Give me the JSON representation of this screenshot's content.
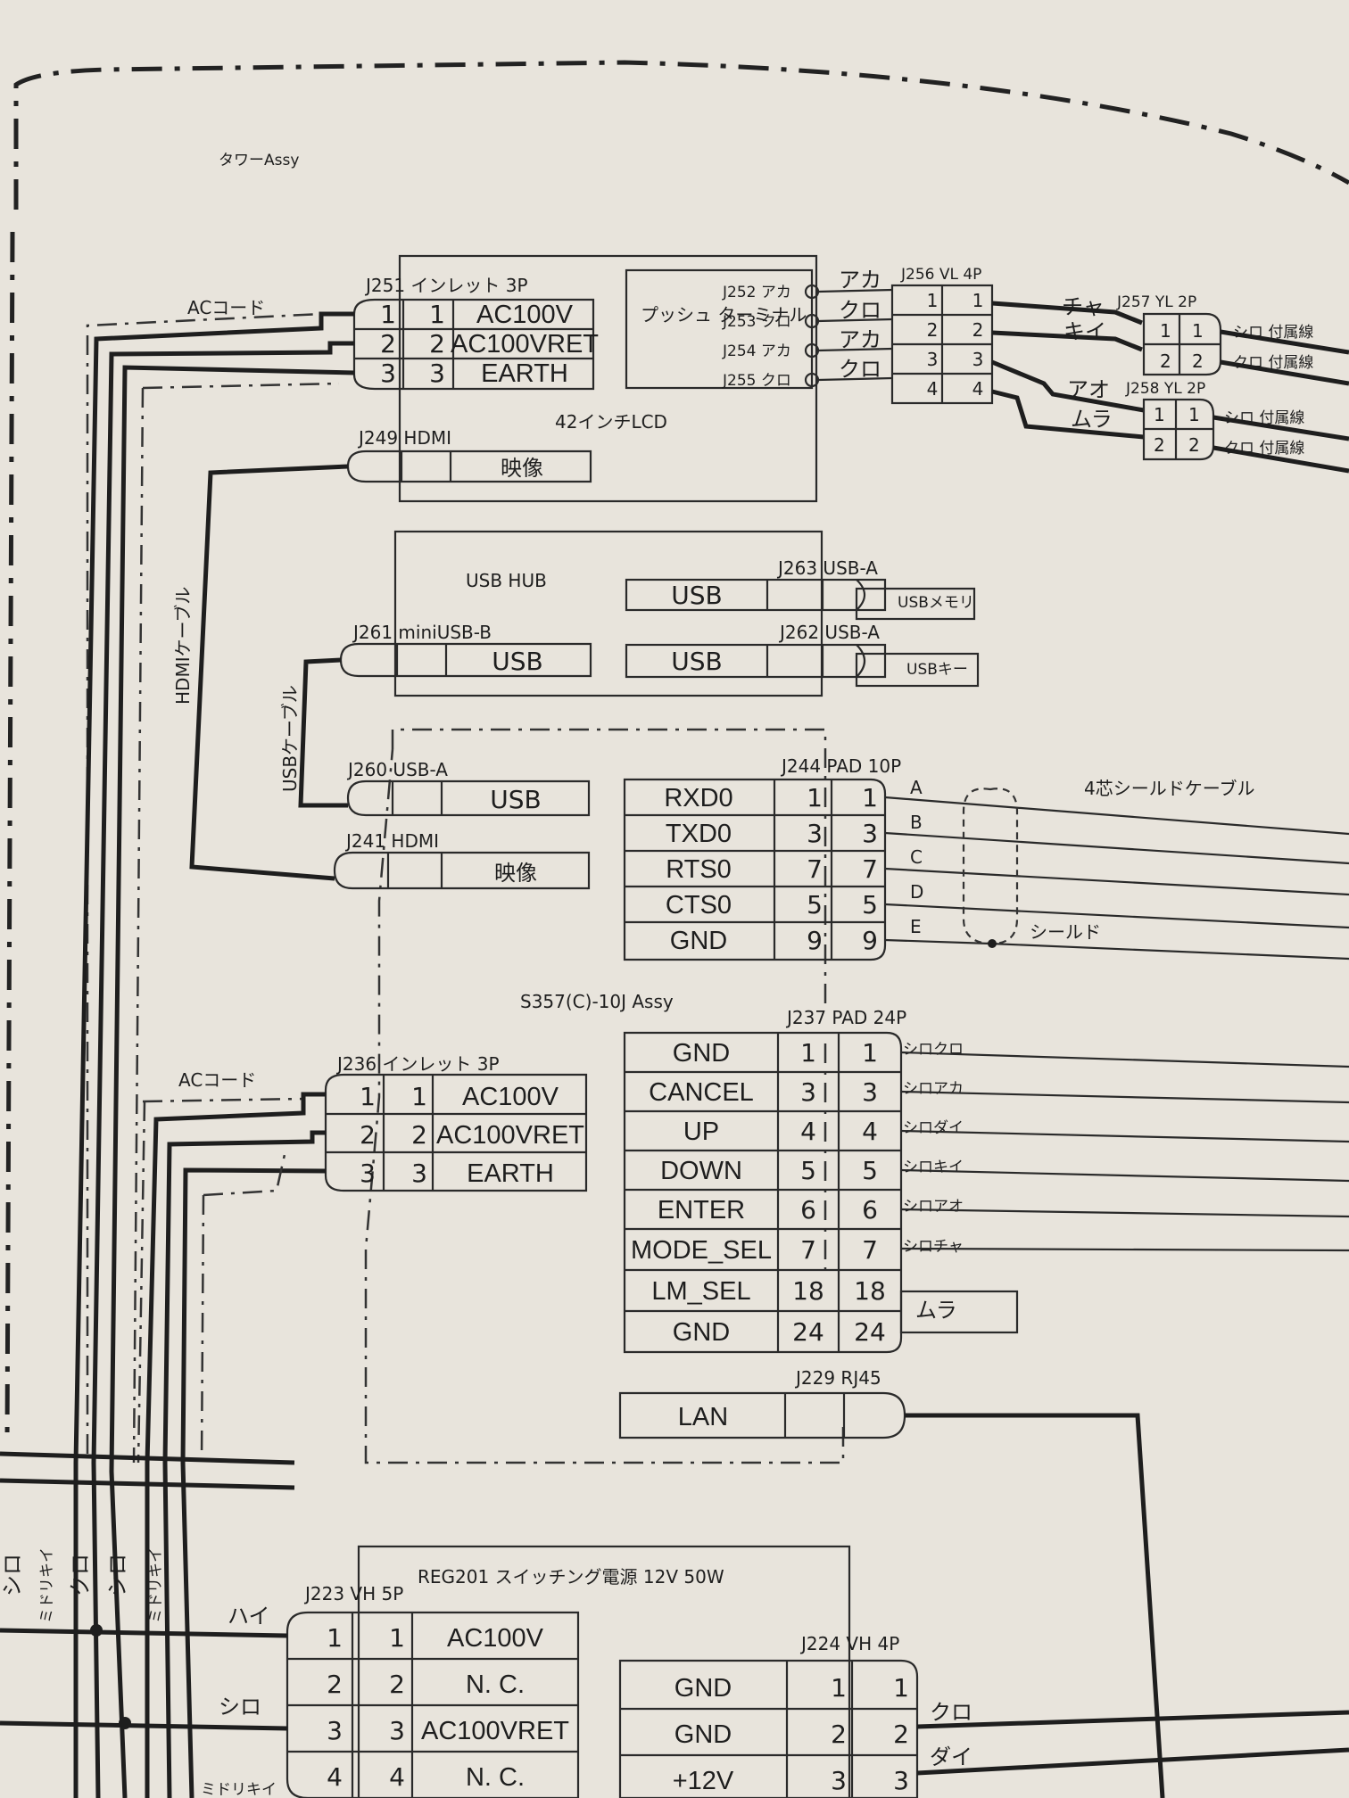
{
  "tower_assy": "タワーAssy",
  "ac_cord": "ACコード",
  "lcd": {
    "title": "42インチLCD",
    "j251": "J251 インレット 3P",
    "j251_pins": [
      [
        "1",
        "1",
        "AC100V"
      ],
      [
        "2",
        "2",
        "AC100VRET"
      ],
      [
        "3",
        "3",
        "EARTH"
      ]
    ],
    "j249": "J249 HDMI",
    "video": "映像",
    "push_terminal": "プッシュ ターミナル",
    "push_jacks": [
      "J252 アカ",
      "J253 クロ",
      "J254 アカ",
      "J255 クロ"
    ],
    "push_wires": [
      "アカ",
      "クロ",
      "アカ",
      "クロ"
    ]
  },
  "j256": {
    "label": "J256 VL 4P",
    "pins": [
      [
        "1",
        "1"
      ],
      [
        "2",
        "2"
      ],
      [
        "3",
        "3"
      ],
      [
        "4",
        "4"
      ]
    ]
  },
  "j257": {
    "label": "J257 YL 2P",
    "pins": [
      [
        "1",
        "1"
      ],
      [
        "2",
        "2"
      ]
    ],
    "in": [
      "チャ",
      "キイ"
    ],
    "out": [
      "シロ 付属線",
      "クロ 付属線"
    ]
  },
  "j258": {
    "label": "J258 YL 2P",
    "pins": [
      [
        "1",
        "1"
      ],
      [
        "2",
        "2"
      ]
    ],
    "in": [
      "アオ",
      "ムラ"
    ],
    "out": [
      "シロ 付属線",
      "クロ 付属線"
    ]
  },
  "hub": {
    "title": "USB HUB",
    "j263": "J263 USB-A",
    "j263_dev": "USBメモリ",
    "j262": "J262 USB-A",
    "j262_dev": "USBキー",
    "j261": "J261 miniUSB-B",
    "usb": "USB"
  },
  "cables": {
    "hdmi": "HDMIケーブル",
    "usb": "USBケーブル",
    "shield4": "4芯シールドケーブル",
    "shield": "シールド"
  },
  "s357": {
    "title": "S357(C)-10J Assy",
    "j260": "J260 USB-A",
    "j241": "J241 HDMI",
    "j244": "J244 PAD 10P",
    "j244_rows": [
      [
        "RXD0",
        "1",
        "1",
        "A"
      ],
      [
        "TXD0",
        "3",
        "3",
        "B"
      ],
      [
        "RTS0",
        "7",
        "7",
        "C"
      ],
      [
        "CTS0",
        "5",
        "5",
        "D"
      ],
      [
        "GND",
        "9",
        "9",
        "E"
      ]
    ],
    "j237": "J237 PAD 24P",
    "j237_rows": [
      [
        "GND",
        "1",
        "1",
        "シロクロ"
      ],
      [
        "CANCEL",
        "3",
        "3",
        "シロアカ"
      ],
      [
        "UP",
        "4",
        "4",
        "シロダイ"
      ],
      [
        "DOWN",
        "5",
        "5",
        "シロキイ"
      ],
      [
        "ENTER",
        "6",
        "6",
        "シロアオ"
      ],
      [
        "MODE_SEL",
        "7",
        "7",
        "シロチャ"
      ],
      [
        "LM_SEL",
        "18",
        "18",
        "ムラ"
      ],
      [
        "GND",
        "24",
        "24",
        ""
      ]
    ],
    "j236": "J236 インレット 3P",
    "j236_pins": [
      [
        "1",
        "1",
        "AC100V"
      ],
      [
        "2",
        "2",
        "AC100VRET"
      ],
      [
        "3",
        "3",
        "EARTH"
      ]
    ],
    "j229": "J229 RJ45",
    "lan": "LAN"
  },
  "reg": {
    "title": "REG201 スイッチング電源 12V 50W",
    "j223": "J223 VH 5P",
    "j223_pins": [
      [
        "1",
        "1",
        "AC100V"
      ],
      [
        "2",
        "2",
        "N. C."
      ],
      [
        "3",
        "3",
        "AC100VRET"
      ],
      [
        "4",
        "4",
        "N. C."
      ]
    ],
    "j224": "J224 VH 4P",
    "j224_pins": [
      [
        "GND",
        "1",
        "1",
        "クロ"
      ],
      [
        "GND",
        "2",
        "2",
        "ダイ"
      ],
      [
        "+12V",
        "3",
        "3",
        ""
      ]
    ],
    "left_labels": [
      "ハイ",
      "シロ",
      "ミドリキイ"
    ],
    "vert_wires": [
      "シロ",
      "ミドリキイ",
      "クロ",
      "シロ",
      "ミドリキイ"
    ]
  }
}
